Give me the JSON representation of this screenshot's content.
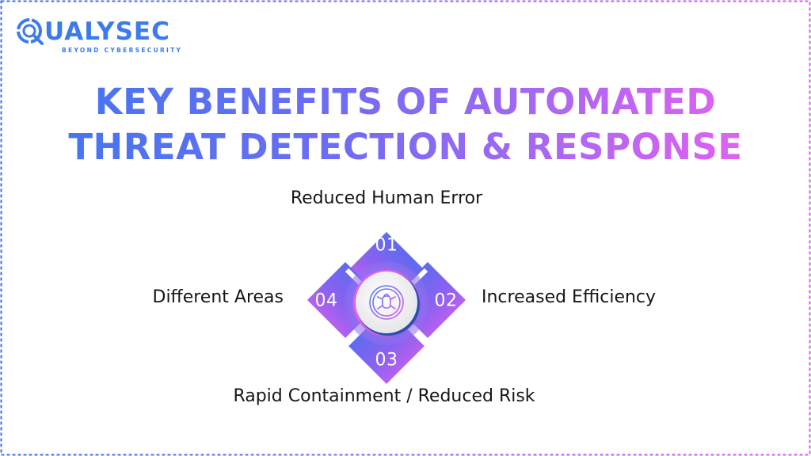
{
  "brand": {
    "name": "QUALYSEC",
    "tagline": "BEYOND CYBERSECURITY",
    "color": "#3b7bea"
  },
  "title": {
    "line1": "KEY BENEFITS OF AUTOMATED",
    "line2": "THREAT DETECTION & RESPONSE",
    "gradient": [
      "#3d78ee",
      "#6b6cf4",
      "#b067f2",
      "#f45ff0"
    ]
  },
  "diagram": {
    "center_icon": "bug-target-icon",
    "segments": [
      {
        "number": "01",
        "position": "top",
        "label": "Reduced Human Error"
      },
      {
        "number": "02",
        "position": "right",
        "label": "Increased Efficiency"
      },
      {
        "number": "03",
        "position": "bottom",
        "label": "Rapid Containment / Reduced Risk"
      },
      {
        "number": "04",
        "position": "left",
        "label": "Different Areas"
      }
    ]
  },
  "frame": {
    "border_style": "dashed",
    "colors": [
      "#3b6fe0",
      "#d45ee8"
    ]
  }
}
